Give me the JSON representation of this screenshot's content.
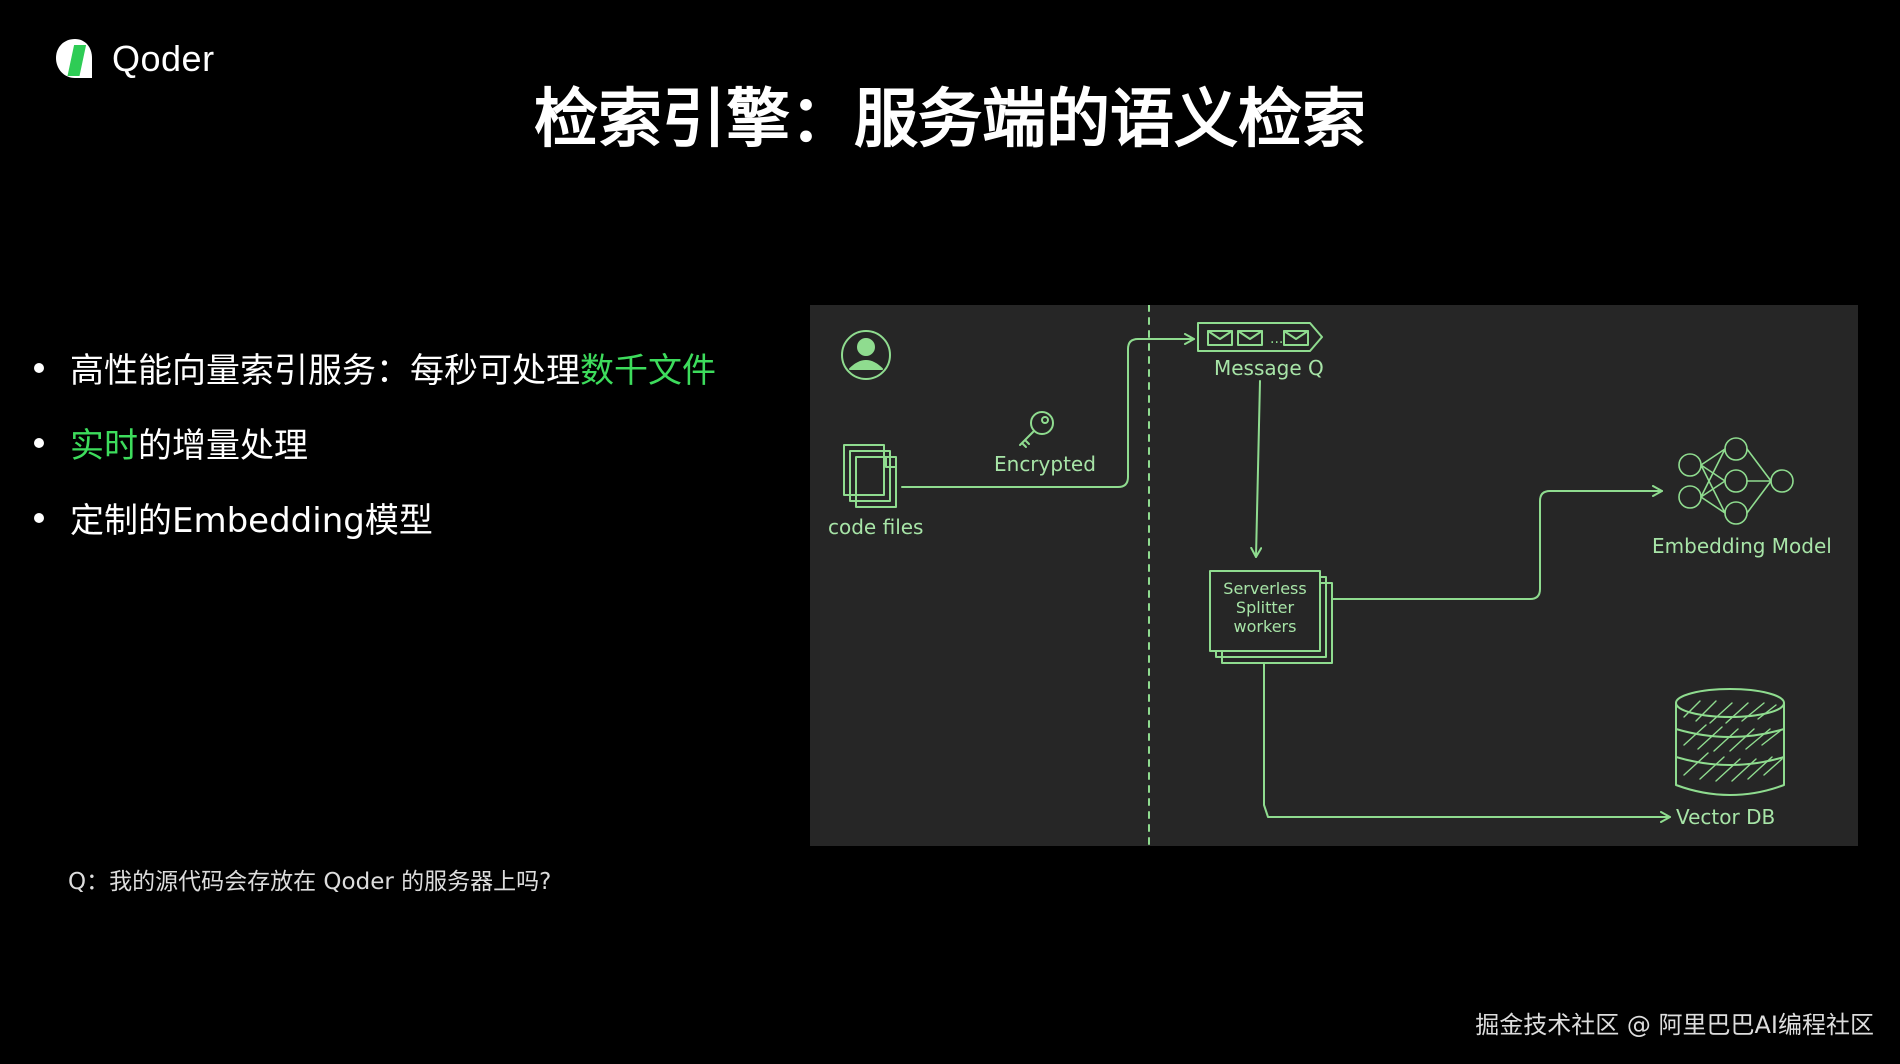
{
  "logo": {
    "text": "Qoder"
  },
  "title": "检索引擎：服务端的语义检索",
  "bullets": [
    {
      "segments": [
        {
          "text": "高性能向量索引服务：每秒可处理",
          "highlight": false
        },
        {
          "text": "数千文件",
          "highlight": true
        }
      ]
    },
    {
      "segments": [
        {
          "text": "实时",
          "highlight": true
        },
        {
          "text": "的增量处理",
          "highlight": false
        }
      ]
    },
    {
      "segments": [
        {
          "text": "定制的Embedding模型",
          "highlight": false
        }
      ]
    }
  ],
  "question": "Q：我的源代码会存放在 Qoder 的服务器上吗?",
  "diagram": {
    "labels": {
      "message_queue": "Message Q",
      "encrypted": "Encrypted",
      "code_files": "code files",
      "embedding_model": "Embedding Model",
      "worker_line1": "Serverless",
      "worker_line2": "Splitter",
      "worker_line3": "workers",
      "vector_db": "Vector DB"
    }
  },
  "watermark": "掘金技术社区 @ 阿里巴巴AI编程社区",
  "colors": {
    "background": "#000000",
    "highlight": "#3ddc5c",
    "diagram_bg": "#262626",
    "sketch": "#8fdc8f"
  }
}
